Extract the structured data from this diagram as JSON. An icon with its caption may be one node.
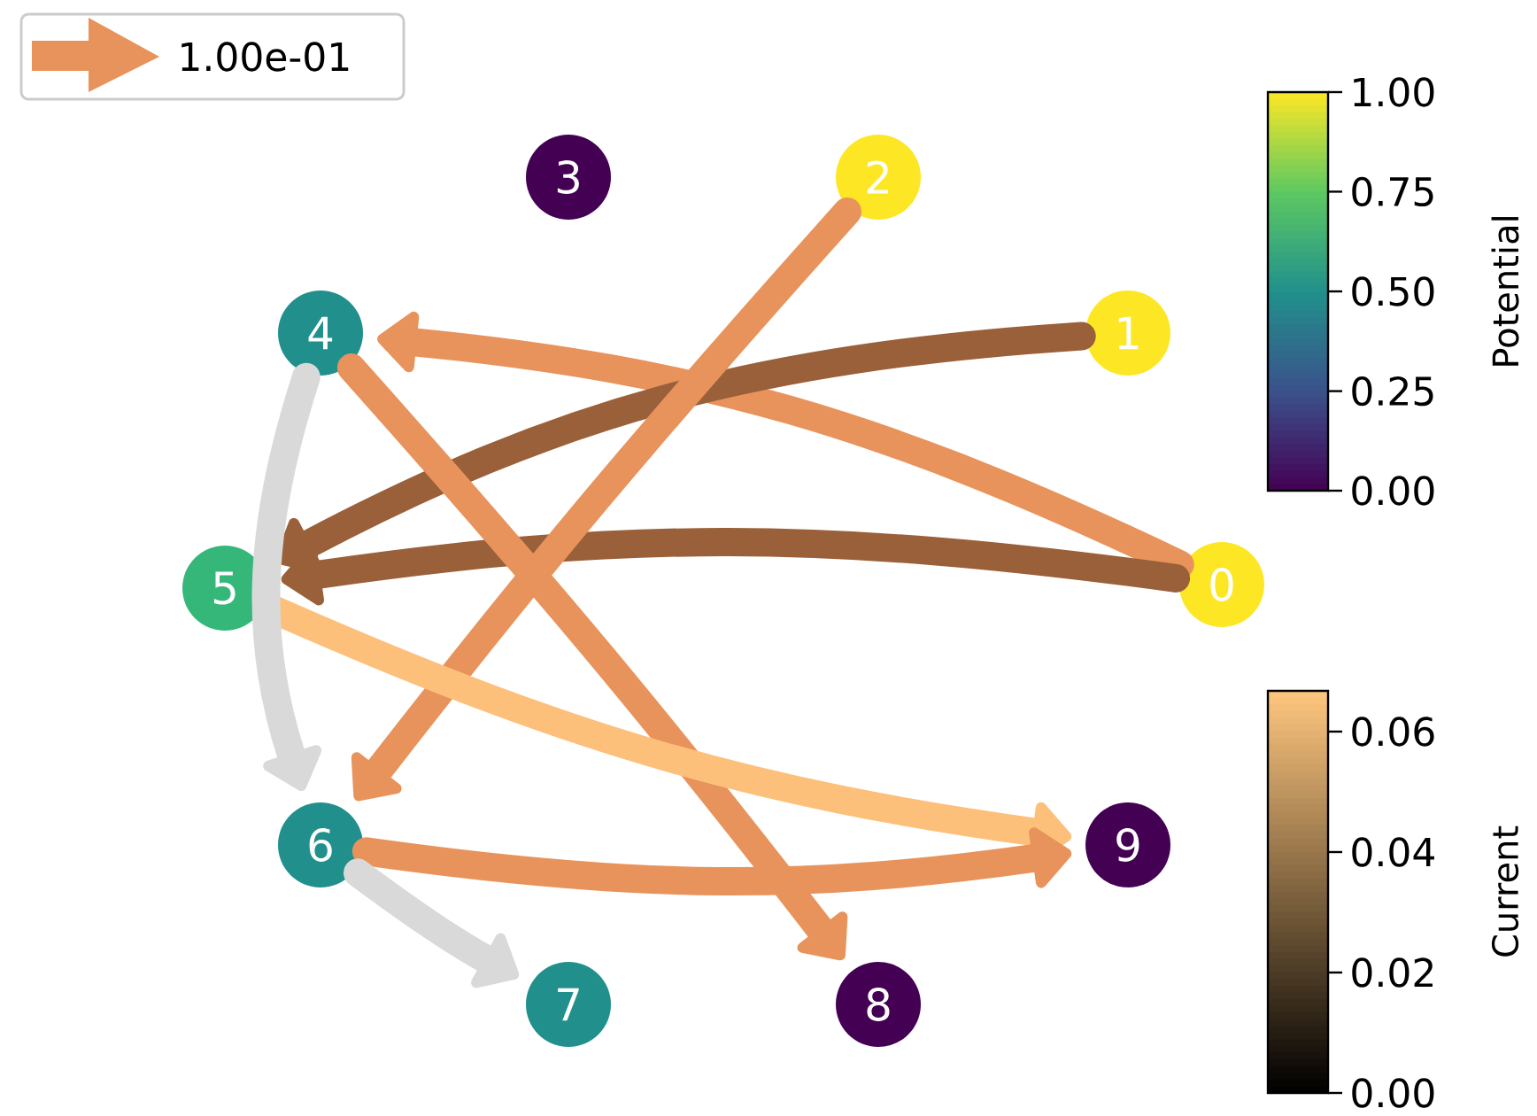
{
  "diagram": {
    "nodes": [
      {
        "text": [
          "0"
        ]
      },
      {
        "text": [
          "1"
        ]
      },
      {
        "text": [
          "2"
        ]
      },
      {
        "text": [
          "3"
        ]
      },
      {
        "text": [
          "4"
        ]
      },
      {
        "text": [
          "5"
        ]
      },
      {
        "text": [
          "6"
        ]
      },
      {
        "text": [
          "7"
        ]
      },
      {
        "text": [
          "8"
        ]
      },
      {
        "text": [
          "9"
        ]
      }
    ],
    "edges": [
      {
        "from": 0,
        "to": 4,
        "arrow": "to"
      },
      {
        "from": 1,
        "to": 5,
        "arrow": "to",
        "color": "#9a6039"
      },
      {
        "from": 0,
        "to": 5,
        "arrow": "to",
        "color": "#9a6039"
      },
      {
        "from": 2,
        "to": 6,
        "arrow": "to"
      },
      {
        "from": 4,
        "to": 8,
        "arrow": "to"
      },
      {
        "from": 5,
        "to": 9,
        "arrow": "to",
        "color": "#fdc07b"
      },
      {
        "from": 6,
        "to": 9,
        "arrow": "to"
      },
      {
        "from": 4,
        "to": 6,
        "arrow": "to",
        "color": "#d9d9d9"
      },
      {
        "from": 6,
        "to": 7,
        "arrow": "to",
        "color": "#d9d9d9"
      }
    ],
    "labels": [
      "1.00",
      "0.75",
      "0.50",
      "0.25",
      "0.00",
      "Potential",
      "0.06",
      "0.04",
      "0.02",
      "0.00",
      "Current"
    ],
    "legend": [
      {
        "text": "1.00e-01",
        "color": "#e8935b"
      }
    ]
  }
}
